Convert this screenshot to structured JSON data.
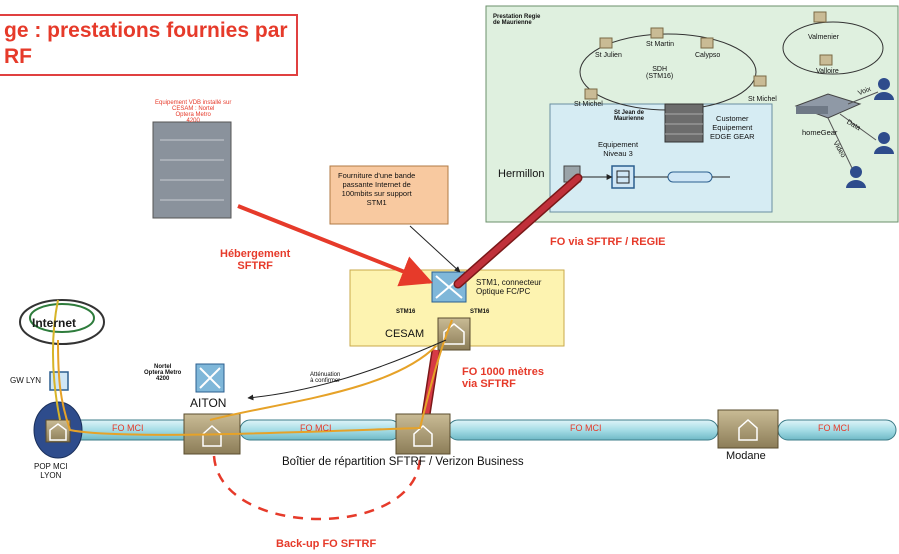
{
  "title": "ge : prestations fournies par\nRF",
  "regie": {
    "panel_title": "Prestation Regie\nde Maurienne",
    "sites": [
      "St Martin",
      "St Julien",
      "Calypso",
      "Valmenier",
      "Valloire",
      "St Michel",
      "St Michel"
    ],
    "sdh_label": "SDH\n(STM16)",
    "st_jean_label": "St Jean de\nMaurienne",
    "customer_equipment": "Customer\nEquipement\nEDGE GEAR",
    "equipement_niveau": "Equipement\nNiveau 3",
    "homegear": "homeGear",
    "voix": "Voix",
    "data": "Data",
    "video": "Video",
    "hermillon": "Hermillon"
  },
  "equipment_note": "Equipement VDB installé sur\nCESAM : Nortel\nOptera Metro\n4200",
  "fourniture_note": "Fourniture d'une bande\npassante Internet de\n100mbits sur support\nSTM1",
  "hebergement": "Hébergement\nSFTRF",
  "fo_regie": "FO via SFTRF / REGIE",
  "cesam": {
    "connector": "STM1, connecteur\nOptique FC/PC",
    "stm16_left": "STM16",
    "stm16_right": "STM16",
    "label": "CESAM"
  },
  "fo_1000": "FO 1000 mètres\nvia SFTRF",
  "attenuation": "Atténuation\nà confirmer",
  "nortel": "Nortel\nOptera Metro\n4200",
  "aiton": "AITON",
  "internet": "Internet",
  "gw_lyn": "GW LYN",
  "pop": "POP MCI\nLYON",
  "fo_mci": [
    "FO MCI",
    "FO MCI",
    "FO MCI",
    "FO MCI"
  ],
  "boitier": "Boîtier de répartition SFTRF / Verizon  Business",
  "modane": "Modane",
  "backup": "Back-up FO SFTRF",
  "colors": {
    "red": "#e63a2a",
    "pipe": "#a6dde6",
    "green_panel": "#dff0df",
    "blue_panel": "#d6ecf3",
    "cesam_box": "#fdf3b0",
    "note_box": "#f8c9a0"
  }
}
